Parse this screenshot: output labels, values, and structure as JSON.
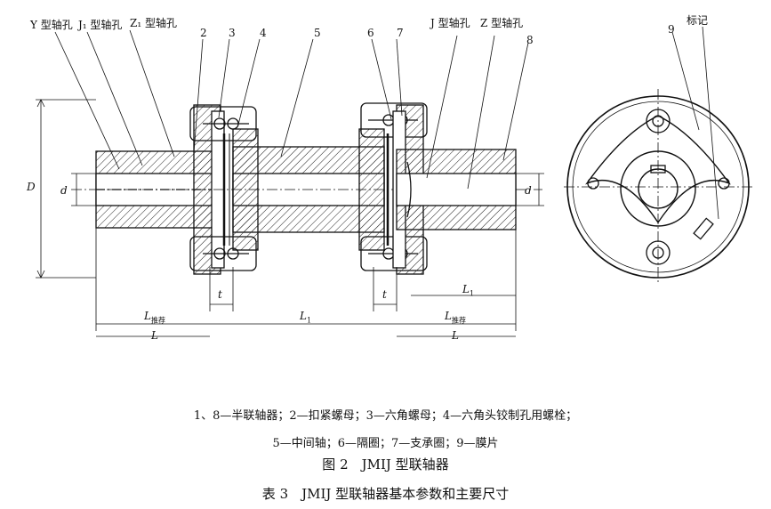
{
  "callouts": {
    "y_bore": "Y 型轴孔",
    "j1_bore": "J₁ 型轴孔",
    "z1_bore": "Z₁ 型轴孔",
    "j_bore": "J 型轴孔",
    "z_bore": "Z 型轴孔",
    "mark": "标记",
    "n2": "2",
    "n3": "3",
    "n4": "4",
    "n5": "5",
    "n6": "6",
    "n7": "7",
    "n8": "8",
    "n9": "9"
  },
  "dimensions": {
    "D": "D",
    "d_left": "d",
    "d_right": "d",
    "t_left": "t",
    "t_right": "t",
    "L_left": "L",
    "L_right": "L",
    "Lrec_left_main": "L",
    "Lrec_left_sub": "推荐",
    "Lrec_right_main": "L",
    "Lrec_right_sub": "推荐",
    "L1_main": "L",
    "L1_sub": "1",
    "L1r_main": "L",
    "L1r_sub": "1"
  },
  "legend": {
    "line1": "1、8—半联轴器；2—扣紧螺母；3—六角螺母；4—六角头铰制孔用螺栓；",
    "line2": "5—中间轴；6—隔圈；7—支承圈；9—膜片"
  },
  "figure_caption": "图 2　JMⅠJ 型联轴器",
  "table_caption": "表 3　JMⅠJ 型联轴器基本参数和主要尺寸"
}
